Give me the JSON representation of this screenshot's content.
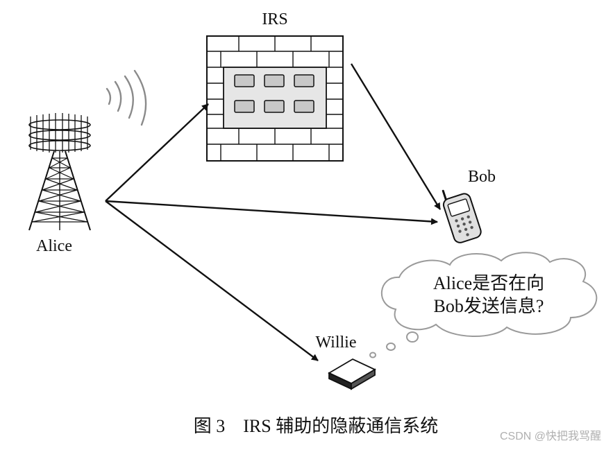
{
  "diagram": {
    "irs_label": "IRS",
    "bob_label": "Bob",
    "alice_label": "Alice",
    "willie_label": "Willie",
    "bubble_line1": "Alice是否在向",
    "bubble_line2": "Bob发送信息?",
    "caption": "图 3　IRS 辅助的隐蔽通信系统",
    "watermark": "CSDN @快把我骂醒"
  },
  "colors": {
    "stroke": "#111111",
    "irs_inner": "#e6e6e6",
    "element_fill": "#c8c8c8",
    "bubble_stroke": "#9a9a9a",
    "watermark": "#b0b0b0"
  }
}
